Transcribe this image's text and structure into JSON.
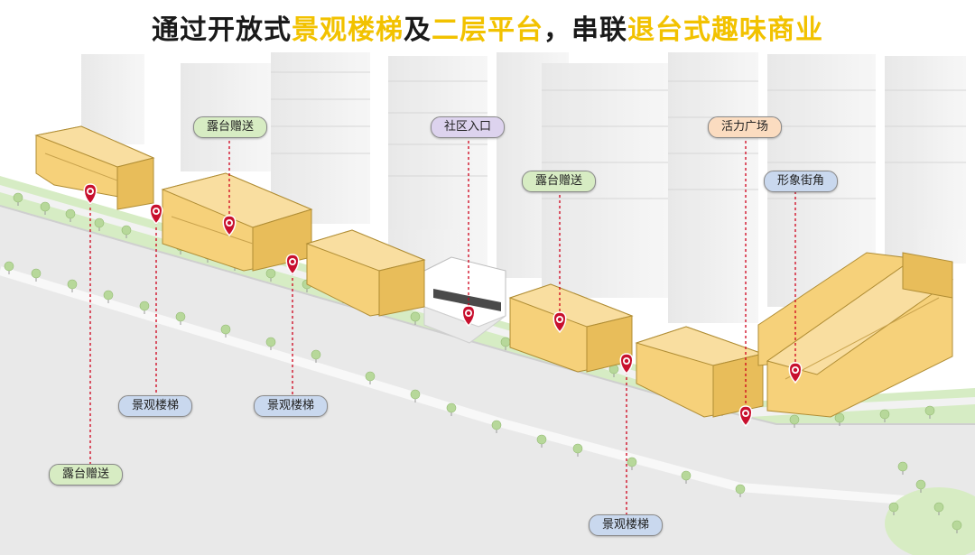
{
  "title": {
    "part1": "通过开放式",
    "part2": "景观楼梯",
    "part3": "及",
    "part4": "二层平台",
    "part5": "，串联",
    "part6": "退台式趣味商业"
  },
  "labels": {
    "terrace_gift_a": "露台赠送",
    "terrace_gift_b": "露台赠送",
    "terrace_gift_c": "露台赠送",
    "community_entrance": "社区入口",
    "vitality_plaza": "活力广场",
    "image_corner": "形象街角",
    "stair_a": "景观楼梯",
    "stair_b": "景观楼梯",
    "stair_c": "景观楼梯"
  },
  "colors": {
    "highlight": "#f2c200",
    "building": "#f6d17a",
    "marker": "#c8102e",
    "leader": "#d0021b",
    "tag_green": "#d7ecc3",
    "tag_blue": "#c9d8ee",
    "tag_purple": "#ddd3ee",
    "tag_orange": "#fbdcc0"
  }
}
